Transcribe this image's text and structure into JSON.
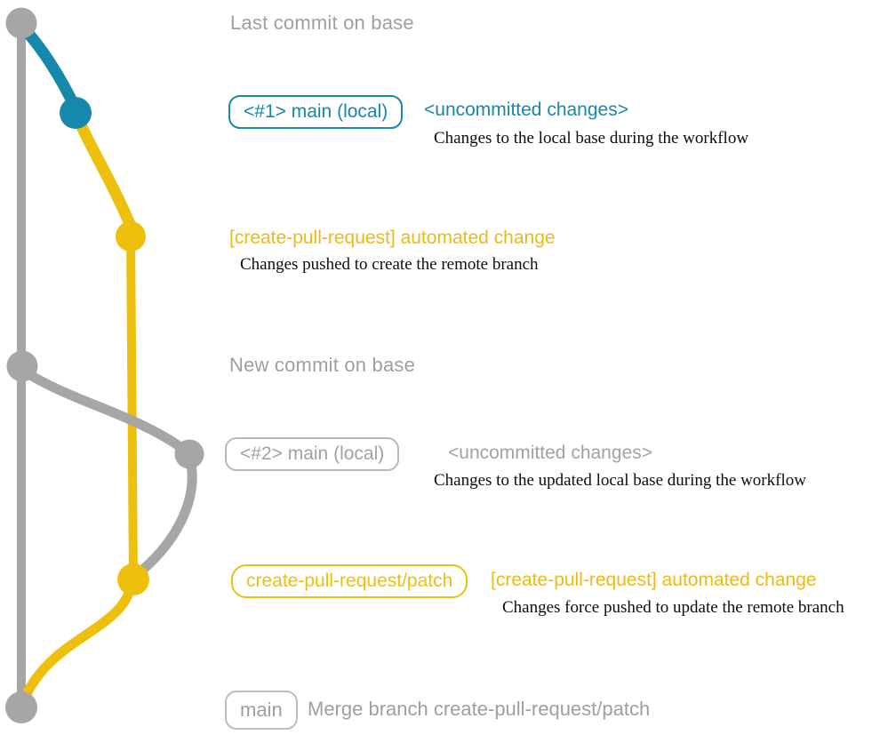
{
  "colors": {
    "gray": "#a6a6a6",
    "gray_text": "#9f9f9f",
    "teal": "#1588ac",
    "yellow": "#eec00e",
    "yellow_text": "#eeb914",
    "serif_black": "#0d0d0d"
  },
  "graph": {
    "description": "Git commit graph: base branch (gray) with teal local-changes branch, yellow create-pull-request/patch branch, gray rebase path and final merge back to base",
    "node_sequence": [
      "base-last-commit (gray)",
      "local-main-1 (teal)",
      "automated-change-1 (yellow)",
      "base-new-commit (gray)",
      "local-main-2 (gray)",
      "automated-change-2 (yellow)",
      "merge-commit (gray)"
    ]
  },
  "annotations": {
    "last_commit_label": "Last commit on base",
    "step1": {
      "badge": "<#1> main (local)",
      "status": "<uncommitted changes>",
      "description": "Changes to the local base during the workflow"
    },
    "step2": {
      "title": "[create-pull-request] automated change",
      "description": "Changes pushed to create the remote branch"
    },
    "new_commit_label": "New commit on base",
    "step3": {
      "badge": "<#2> main (local)",
      "status": "<uncommitted changes>",
      "description": "Changes to the updated local base during the workflow"
    },
    "step4": {
      "badge": "create-pull-request/patch",
      "title": "[create-pull-request] automated change",
      "description": "Changes force pushed to update the remote branch"
    },
    "step5": {
      "badge": "main",
      "title": "Merge branch create-pull-request/patch"
    }
  }
}
